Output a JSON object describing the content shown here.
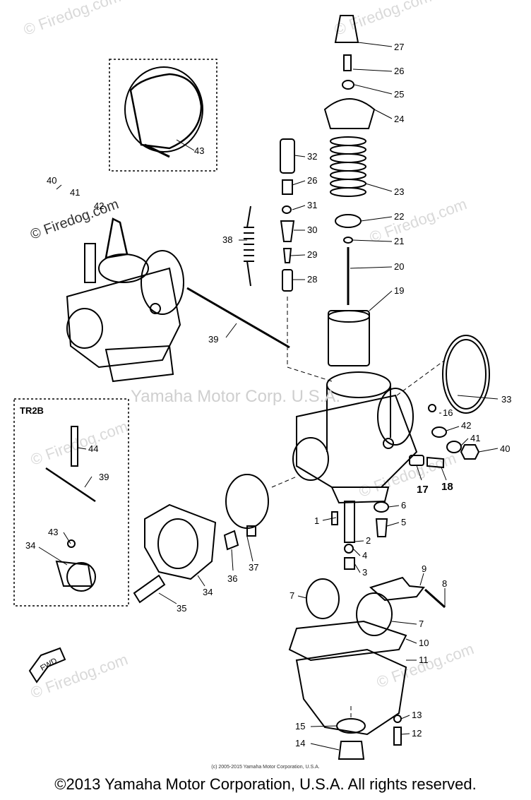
{
  "watermarks": [
    "© Firedog.com",
    "© Firedog.com",
    "© Firedog.com",
    "© Firedog.com",
    "© Firedog.com",
    "© Firedog.com",
    "© Firedog.com",
    "© Firedog.com"
  ],
  "center_watermark": "Yamaha Motor Corp. U.S.A.",
  "box_label": "TR2B",
  "fwd_label": "FWD",
  "callouts": [
    "27",
    "26",
    "25",
    "24",
    "23",
    "22",
    "21",
    "20",
    "19",
    "32",
    "26",
    "31",
    "30",
    "29",
    "28",
    "38",
    "39",
    "43",
    "40",
    "41",
    "42",
    "33",
    "16",
    "42",
    "41",
    "40",
    "17",
    "18",
    "6",
    "1",
    "5",
    "2",
    "4",
    "3",
    "9",
    "8",
    "7",
    "7",
    "10",
    "11",
    "13",
    "12",
    "15",
    "14",
    "44",
    "39",
    "43",
    "34",
    "37",
    "36",
    "34",
    "35"
  ],
  "fine_print": "(c) 2005-2015 Yamaha Motor Corporation, U.S.A.",
  "copyright": "©2013 Yamaha Motor Corporation, U.S.A. All rights reserved."
}
